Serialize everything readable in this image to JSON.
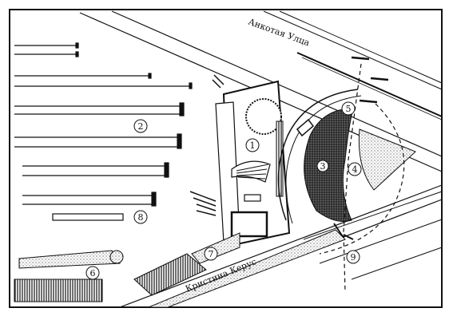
{
  "map": {
    "streets": {
      "upper": "Анкотая Улца",
      "lower": "Кристина Керус"
    },
    "markers": [
      "1",
      "2",
      "3",
      "4",
      "5",
      "6",
      "7",
      "8",
      "9"
    ],
    "colors": {
      "ink": "#111111",
      "paper": "#ffffff",
      "stipple": "#555555"
    }
  }
}
